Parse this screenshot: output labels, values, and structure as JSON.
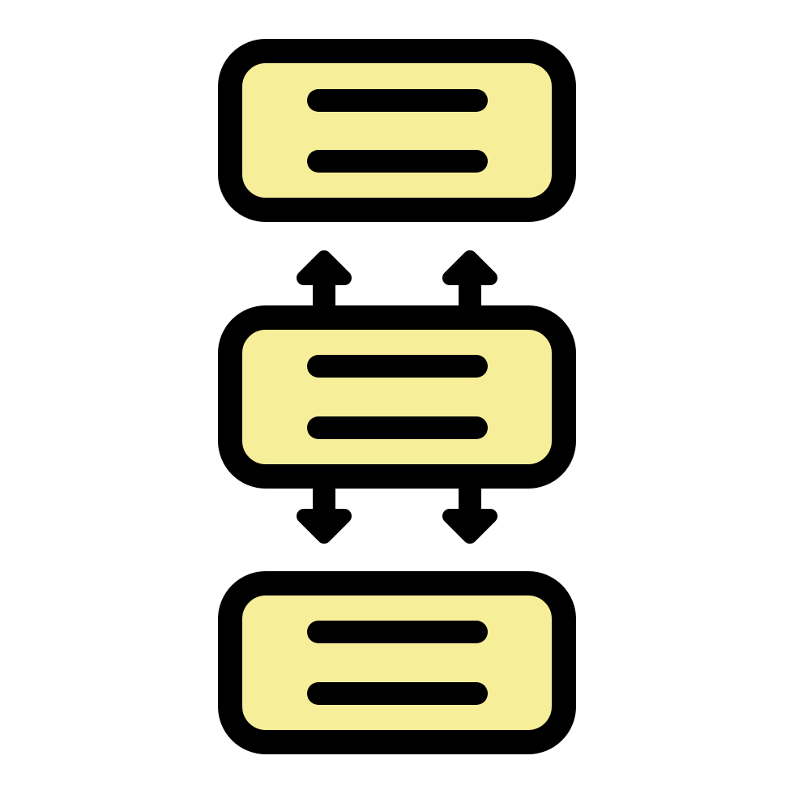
{
  "icon": {
    "name": "data-flow-blocks-icon",
    "colors": {
      "background": "#ffffff",
      "fill": "#f7ee99",
      "stroke": "#000000"
    },
    "blocks": [
      {
        "name": "top-block",
        "lines": 2
      },
      {
        "name": "middle-block",
        "lines": 2
      },
      {
        "name": "bottom-block",
        "lines": 2
      }
    ],
    "arrows": [
      {
        "name": "up-arrow-left",
        "direction": "up"
      },
      {
        "name": "up-arrow-right",
        "direction": "up"
      },
      {
        "name": "down-arrow-left",
        "direction": "down"
      },
      {
        "name": "down-arrow-right",
        "direction": "down"
      }
    ]
  }
}
